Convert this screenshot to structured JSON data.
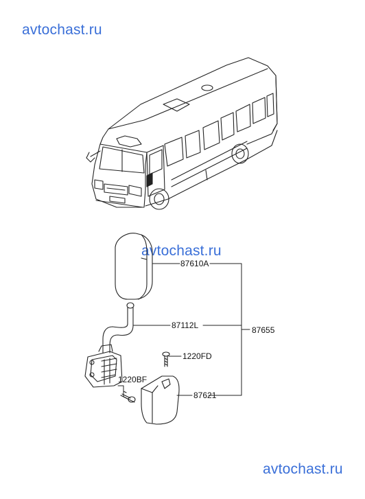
{
  "watermarks": {
    "top": "avtochast.ru",
    "middle": "avtochast.ru",
    "bottom": "avtochast.ru"
  },
  "parts": {
    "mirror_head": "87610A",
    "stay_arm": "87112L",
    "assembly": "87655",
    "screw": "1220FD",
    "bolt": "1220BF",
    "cover": "87621"
  },
  "colors": {
    "watermark": "#3a6fd8",
    "line": "#222222"
  }
}
